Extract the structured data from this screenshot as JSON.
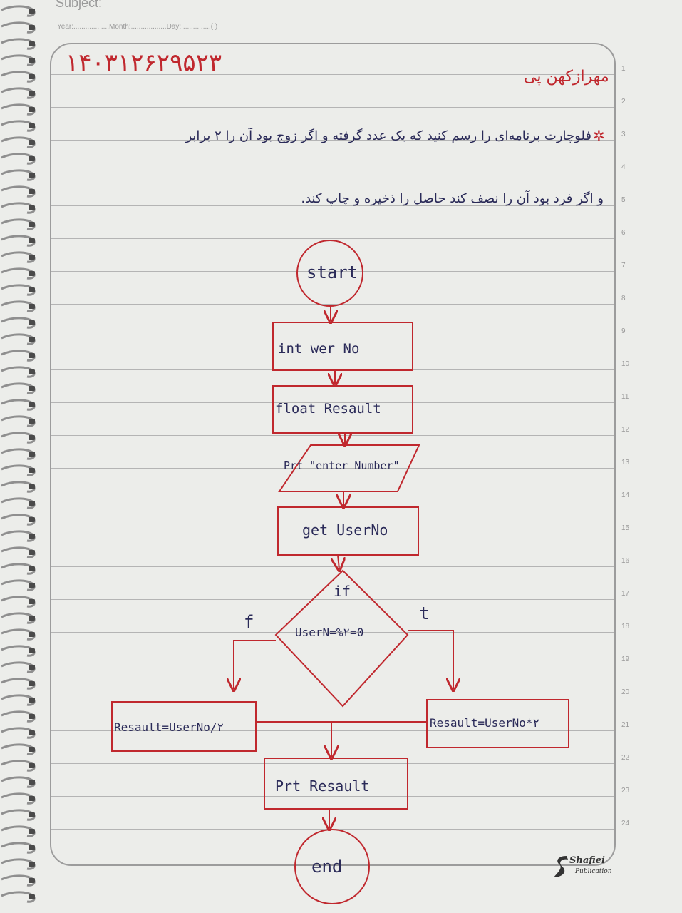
{
  "header": {
    "subject_label": "Subject:",
    "date_line": "Year:..................Month:..................Day:...............( )"
  },
  "line_numbers": [
    "1",
    "2",
    "3",
    "4",
    "5",
    "6",
    "7",
    "8",
    "9",
    "10",
    "11",
    "12",
    "13",
    "14",
    "15",
    "16",
    "17",
    "18",
    "19",
    "20",
    "21",
    "22",
    "23",
    "24"
  ],
  "student_id": "۱۴۰۳۱۲۶۲۹۵۲۳",
  "student_name": "مهرازکهن پی",
  "problem": {
    "line1": "فلوچارت برنامه‌ای را رسم کنید که یک عدد گرفته و اگر زوج بود آن را ۲ برابر",
    "line2": "و اگر فرد بود آن را نصف کند حاصل را ذخیره و چاپ کند."
  },
  "flowchart": {
    "start": "start",
    "declare_int": "int wer No",
    "declare_float": "float Resault",
    "prompt": "Prt \"enter Number\"",
    "input": "get UserNo",
    "cond_if": "if",
    "cond_expr": "UserN=%۲=0",
    "false_label": "f",
    "true_label": "t",
    "false_branch": "Resault=UserNo/۲",
    "true_branch": "Resault=UserNo*۲",
    "output": "Prt Resault",
    "end": "end"
  },
  "logo": {
    "name": "Shafiei",
    "subtitle": "Publication"
  },
  "colors": {
    "ink_red": "#c0282e",
    "ink_blue": "#2a2a58",
    "paper": "#ecedea",
    "rule": "#b4b4b4"
  }
}
